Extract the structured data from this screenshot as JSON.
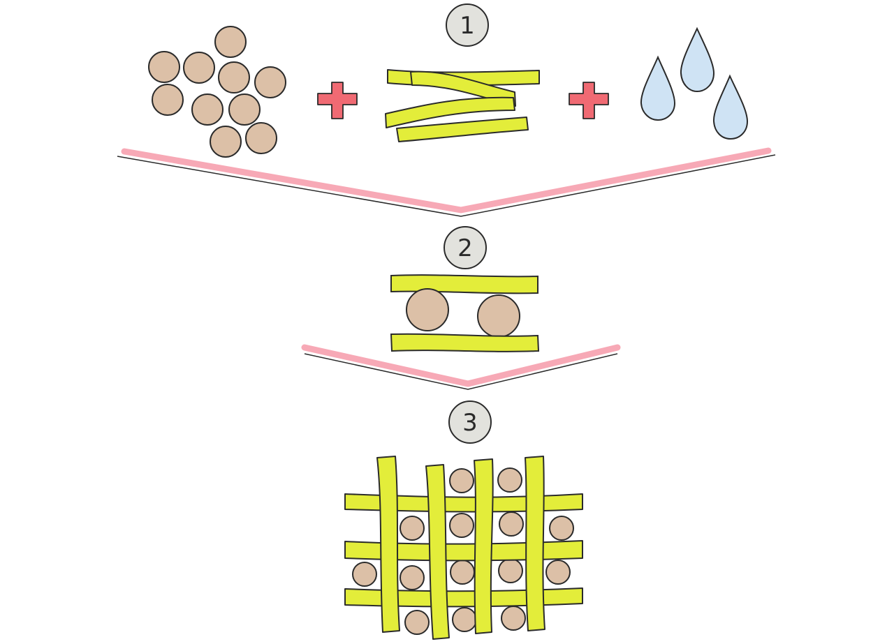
{
  "steps": [
    {
      "number": "1"
    },
    {
      "number": "2"
    },
    {
      "number": "3"
    }
  ],
  "colors": {
    "particle_fill": "#dcc0a7",
    "fiber_fill": "#e3ed3a",
    "plus_fill": "#f06a73",
    "drop_fill": "#cfe3f4",
    "funnel_stroke": "#f7a9b6",
    "badge_fill": "#e2e2dd",
    "outline": "#2a2a2a"
  },
  "icons": {
    "particle": "circle-particle-icon",
    "fiber": "fiber-strand-icon",
    "plus": "plus-icon",
    "water_drop": "water-drop-icon"
  }
}
